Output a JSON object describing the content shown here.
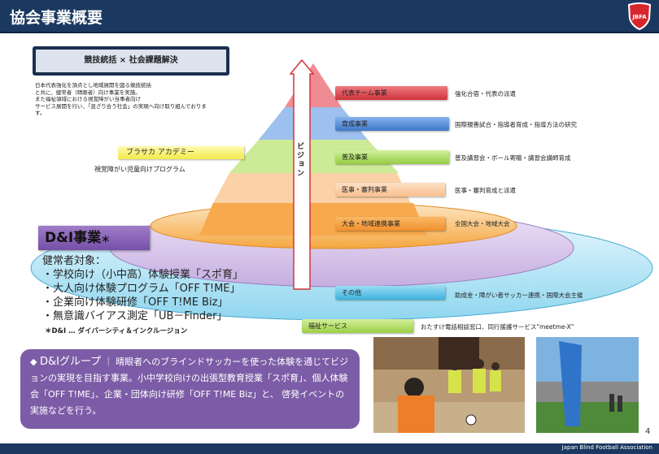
{
  "header": {
    "title": "協会事業概要",
    "logo_text": "JBFA"
  },
  "theme_box": "競技統括 × 社会課題解決",
  "intro": [
    "日本代表強化を頂点とし地域展開を図る競技統括",
    "と共に、健常者（晴眼者）向け事業を実施。",
    "また福祉領域における視覚障がい当事者向け",
    "サービス展開を行い、「混ざり合う社会」の実現へ向け取り組んでおりま",
    "す。"
  ],
  "vision": "ビジョン",
  "tiers": [
    {
      "label": "代表チーム事業",
      "desc": "強化合宿・代表の派遣",
      "color": "#d9424a"
    },
    {
      "label": "育成事業",
      "desc": "国際親善試合・指導者育成・指導方法の研究",
      "color": "#4a84d4"
    },
    {
      "label": "普及事業",
      "desc": "普及講習会・ボール寄贈・講習会講師育成",
      "color": "#9bd147"
    },
    {
      "label": "医事・審判事業",
      "desc": "医事・審判育成と派遣",
      "color": "#f9c79a"
    },
    {
      "label": "大会・地域連携事業",
      "desc": "全国大会・地域大会",
      "color": "#f49a3a"
    },
    {
      "label": "その他",
      "desc": "助成金・障がい者サッカー連携・国際大会主催",
      "color": "#5cc3e6"
    },
    {
      "label": "福祉サービス",
      "desc": "おたすけ電話相談窓口、同行援護サービス\"meetme-X\"",
      "color": "#a7d34e"
    }
  ],
  "brasaka": {
    "label": "ブラサカ アカデミー",
    "desc": "視覚障がい児童向けプログラム"
  },
  "di": {
    "title": "D&I事業",
    "asterisk": "＊",
    "list": [
      "健常者対象：",
      "・学校向け（小中高）体験授業「スポ育」",
      "・大人向け体験プログラム「OFF T!ME」",
      "・企業向け体験研修「OFF T!ME Biz」",
      "・無意識バイアス測定「UB－Finder」"
    ],
    "note": "＊D&I … ダイバーシティ＆インクルージョン"
  },
  "di_group": {
    "bullet": "◆",
    "name": "D&Iグループ",
    "sep": "｜",
    "text": "晴眼者へのブラインドサッカーを使った体験を通じてビジョンの実現を目指す事業。小中学校向けの出張型教育授業「スポ育」、個人体験会「OFF T!ME」、企業・団体向け研修「OFF T!ME Biz」と、 啓発イベントの実施などを行う。"
  },
  "page_number": "4",
  "footer": "Japan Blind Football Association"
}
